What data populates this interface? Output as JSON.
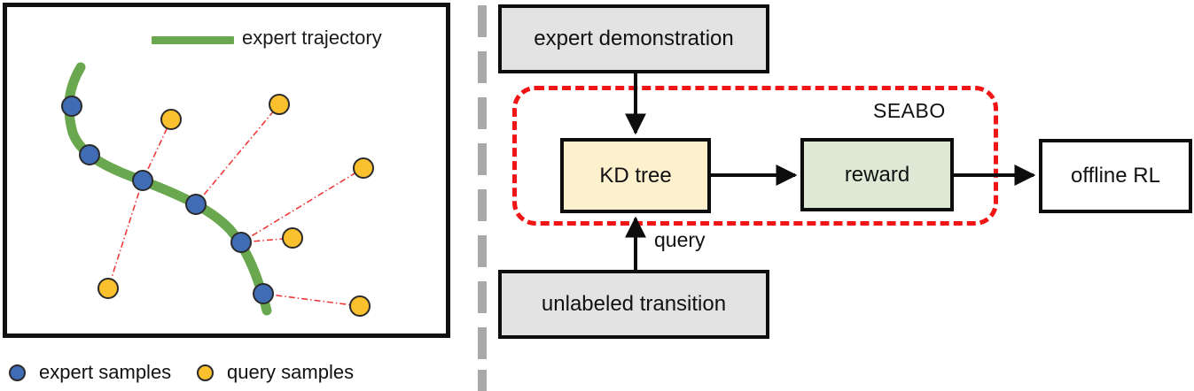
{
  "figure": {
    "left_panel": {
      "legend_top": {
        "label": "expert trajectory",
        "swatch": "trajectory-line",
        "color": "#6aa84f"
      },
      "legend_bottom": [
        {
          "label": "expert samples",
          "marker": "circle",
          "color": "#3f6cb5"
        },
        {
          "label": "query samples",
          "marker": "circle",
          "color": "#fbc02d"
        }
      ]
    },
    "right_panel": {
      "nodes": [
        {
          "id": "expert-demonstration",
          "label": "expert demonstration",
          "fill": "#e3e3e3"
        },
        {
          "id": "unlabeled-transition",
          "label": "unlabeled transition",
          "fill": "#e3e3e3"
        },
        {
          "id": "kd-tree",
          "label": "KD tree",
          "fill": "#fcf0cd"
        },
        {
          "id": "reward",
          "label": "reward",
          "fill": "#dde9d5"
        },
        {
          "id": "offline-rl",
          "label": "offline RL",
          "fill": "#ffffff"
        }
      ],
      "group_label": "SEABO",
      "group_color": "#f01414",
      "edge_label": "query"
    }
  },
  "chart_data": {
    "type": "scatter",
    "title": "",
    "xlabel": "",
    "ylabel": "",
    "xlim": [
      0,
      505
    ],
    "ylim": [
      0,
      379
    ],
    "grid": false,
    "legend_position": "top-center + below-axes",
    "annotations": [
      "expert trajectory",
      "expert samples",
      "query samples"
    ],
    "series": [
      {
        "name": "expert trajectory",
        "type": "line",
        "color": "#6aa84f",
        "width": 11,
        "points": [
          [
            83,
            68
          ],
          [
            73,
            95
          ],
          [
            69,
            118
          ],
          [
            75,
            146
          ],
          [
            92,
            166
          ],
          [
            122,
            181
          ],
          [
            152,
            194
          ],
          [
            186,
            208
          ],
          [
            212,
            221
          ],
          [
            240,
            238
          ],
          [
            258,
            260
          ],
          [
            271,
            287
          ],
          [
            283,
            315
          ],
          [
            292,
            341
          ]
        ]
      },
      {
        "name": "expert samples",
        "type": "scatter",
        "color": "#3f6cb5",
        "edge": "#2b2b2b",
        "radius": 11,
        "points": [
          [
            73,
            112
          ],
          [
            93,
            167
          ],
          [
            153,
            196
          ],
          [
            213,
            223
          ],
          [
            264,
            266
          ],
          [
            289,
            324
          ]
        ]
      },
      {
        "name": "query samples",
        "type": "scatter",
        "color": "#fbc02d",
        "edge": "#2b2b2b",
        "radius": 11,
        "points": [
          [
            185,
            127
          ],
          [
            307,
            110
          ],
          [
            402,
            182
          ],
          [
            322,
            261
          ],
          [
            114,
            318
          ],
          [
            398,
            338
          ]
        ]
      },
      {
        "name": "nearest-neighbour links",
        "type": "segments",
        "color": "#ef3b3b",
        "style": "dashdot",
        "segments": [
          [
            [
              153,
              196
            ],
            [
              185,
              127
            ]
          ],
          [
            [
              153,
              196
            ],
            [
              114,
              318
            ]
          ],
          [
            [
              213,
              223
            ],
            [
              307,
              110
            ]
          ],
          [
            [
              264,
              266
            ],
            [
              402,
              182
            ]
          ],
          [
            [
              264,
              266
            ],
            [
              322,
              261
            ]
          ],
          [
            [
              289,
              324
            ],
            [
              398,
              338
            ]
          ]
        ]
      }
    ]
  }
}
